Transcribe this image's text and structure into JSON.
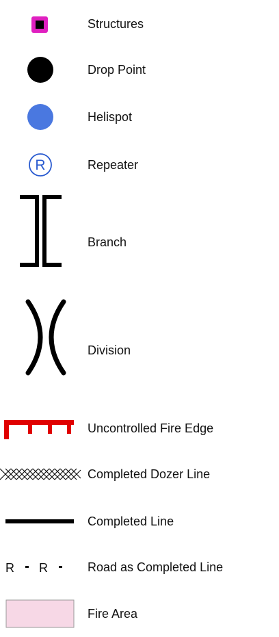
{
  "legend": {
    "items": [
      {
        "label": "Structures",
        "symbol": "square-in-magenta-frame",
        "colors": {
          "outer": "#e020c0",
          "inner": "#000000"
        }
      },
      {
        "label": "Drop Point",
        "symbol": "black-circle",
        "colors": {
          "fill": "#000000"
        }
      },
      {
        "label": "Helispot",
        "symbol": "blue-circle",
        "colors": {
          "fill": "#4a78e0"
        }
      },
      {
        "label": "Repeater",
        "symbol": "circled-r",
        "glyph": "R",
        "colors": {
          "stroke": "#2a5bd0"
        }
      },
      {
        "label": "Branch",
        "symbol": "branch-brackets",
        "colors": {
          "stroke": "#000000"
        }
      },
      {
        "label": "Division",
        "symbol": "division-arcs",
        "colors": {
          "stroke": "#000000"
        }
      },
      {
        "label": "Uncontrolled Fire Edge",
        "symbol": "red-toothed-line",
        "colors": {
          "stroke": "#e00000"
        }
      },
      {
        "label": "Completed Dozer Line",
        "symbol": "crosshatch-line",
        "colors": {
          "stroke": "#111111"
        }
      },
      {
        "label": "Completed Line",
        "symbol": "thick-black-line",
        "colors": {
          "stroke": "#000000"
        }
      },
      {
        "label": "Road as Completed Line",
        "symbol": "road-text-line",
        "glyph": "R",
        "colors": {
          "stroke": "#111111"
        }
      },
      {
        "label": "Fire Area",
        "symbol": "pink-rectangle",
        "colors": {
          "fill": "#f7d8e6",
          "stroke": "#9a9a9a"
        }
      }
    ]
  }
}
